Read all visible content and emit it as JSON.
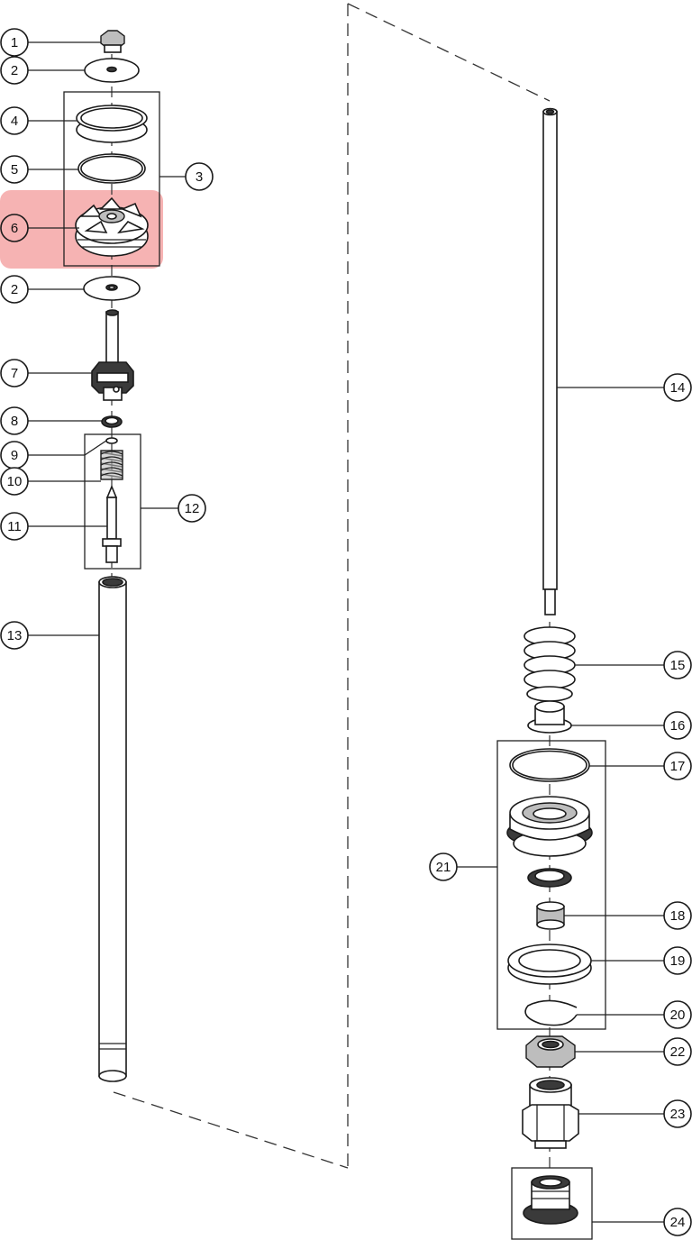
{
  "callouts": {
    "c1": "1",
    "c2a": "2",
    "c3": "3",
    "c4": "4",
    "c5": "5",
    "c6": "6",
    "c2b": "2",
    "c7": "7",
    "c8": "8",
    "c9": "9",
    "c10": "10",
    "c11": "11",
    "c12": "12",
    "c13": "13",
    "c14": "14",
    "c15": "15",
    "c16": "16",
    "c17": "17",
    "c18": "18",
    "c19": "19",
    "c20": "20",
    "c21": "21",
    "c22": "22",
    "c23": "23",
    "c24": "24"
  },
  "colors": {
    "highlight": "#f08080",
    "line": "#222222",
    "part_dark": "#3a3a3a",
    "part_grey": "#bdbdbd"
  },
  "highlighted_part": "6"
}
